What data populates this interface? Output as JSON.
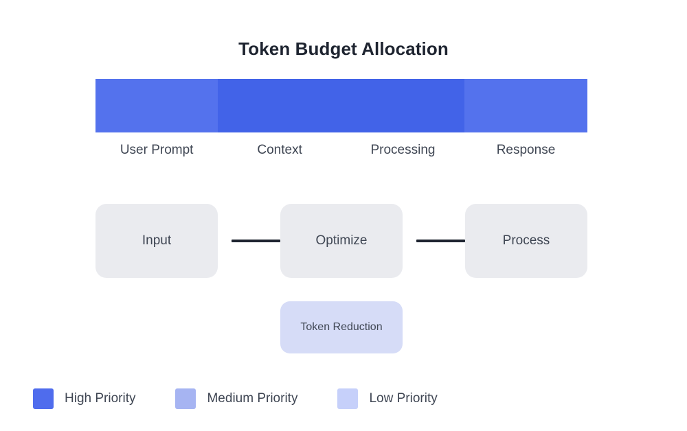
{
  "title": "Token Budget Allocation",
  "chart_data": {
    "type": "bar",
    "title": "Token Budget Allocation",
    "orientation": "horizontal-stacked",
    "xlabel": "",
    "ylabel": "",
    "grid": false,
    "legend_position": "bottom-left",
    "categories": [
      "User Prompt",
      "Context",
      "Processing",
      "Response"
    ],
    "values": [
      24.9,
      25.1,
      25.0,
      25.0
    ],
    "value_unit": "percent",
    "colors": [
      "#5472ed",
      "#4263e8",
      "#4263e8",
      "#5472ed"
    ],
    "segments": [
      {
        "label": "User Prompt",
        "value": 24.9,
        "color": "#5472ed"
      },
      {
        "label": "Context",
        "value": 25.1,
        "color": "#4263e8"
      },
      {
        "label": "Processing",
        "value": 25.0,
        "color": "#4263e8"
      },
      {
        "label": "Response",
        "value": 25.0,
        "color": "#5472ed"
      }
    ],
    "legend": [
      {
        "label": "High Priority",
        "color": "#4f6ced"
      },
      {
        "label": "Medium Priority",
        "color": "#a6b4f2"
      },
      {
        "label": "Low Priority",
        "color": "#c6d0fa"
      }
    ],
    "annotations": [
      {
        "label": "Input",
        "kind": "flow-node"
      },
      {
        "label": "Optimize",
        "kind": "flow-node"
      },
      {
        "label": "Process",
        "kind": "flow-node"
      },
      {
        "label": "Token Reduction",
        "kind": "sub-node"
      }
    ]
  },
  "flow": {
    "nodes": [
      {
        "label": "Input",
        "color": "#eaebef"
      },
      {
        "label": "Optimize",
        "color": "#eaebef"
      },
      {
        "label": "Process",
        "color": "#eaebef"
      }
    ],
    "sub_node": {
      "label": "Token Reduction",
      "color": "#d6dcf7"
    },
    "link_color": "#1e2430"
  },
  "theme": {
    "background": "#ffffff",
    "title_color": "#1e2430",
    "text_color": "#3f4653",
    "accent": "#4f6ced"
  }
}
